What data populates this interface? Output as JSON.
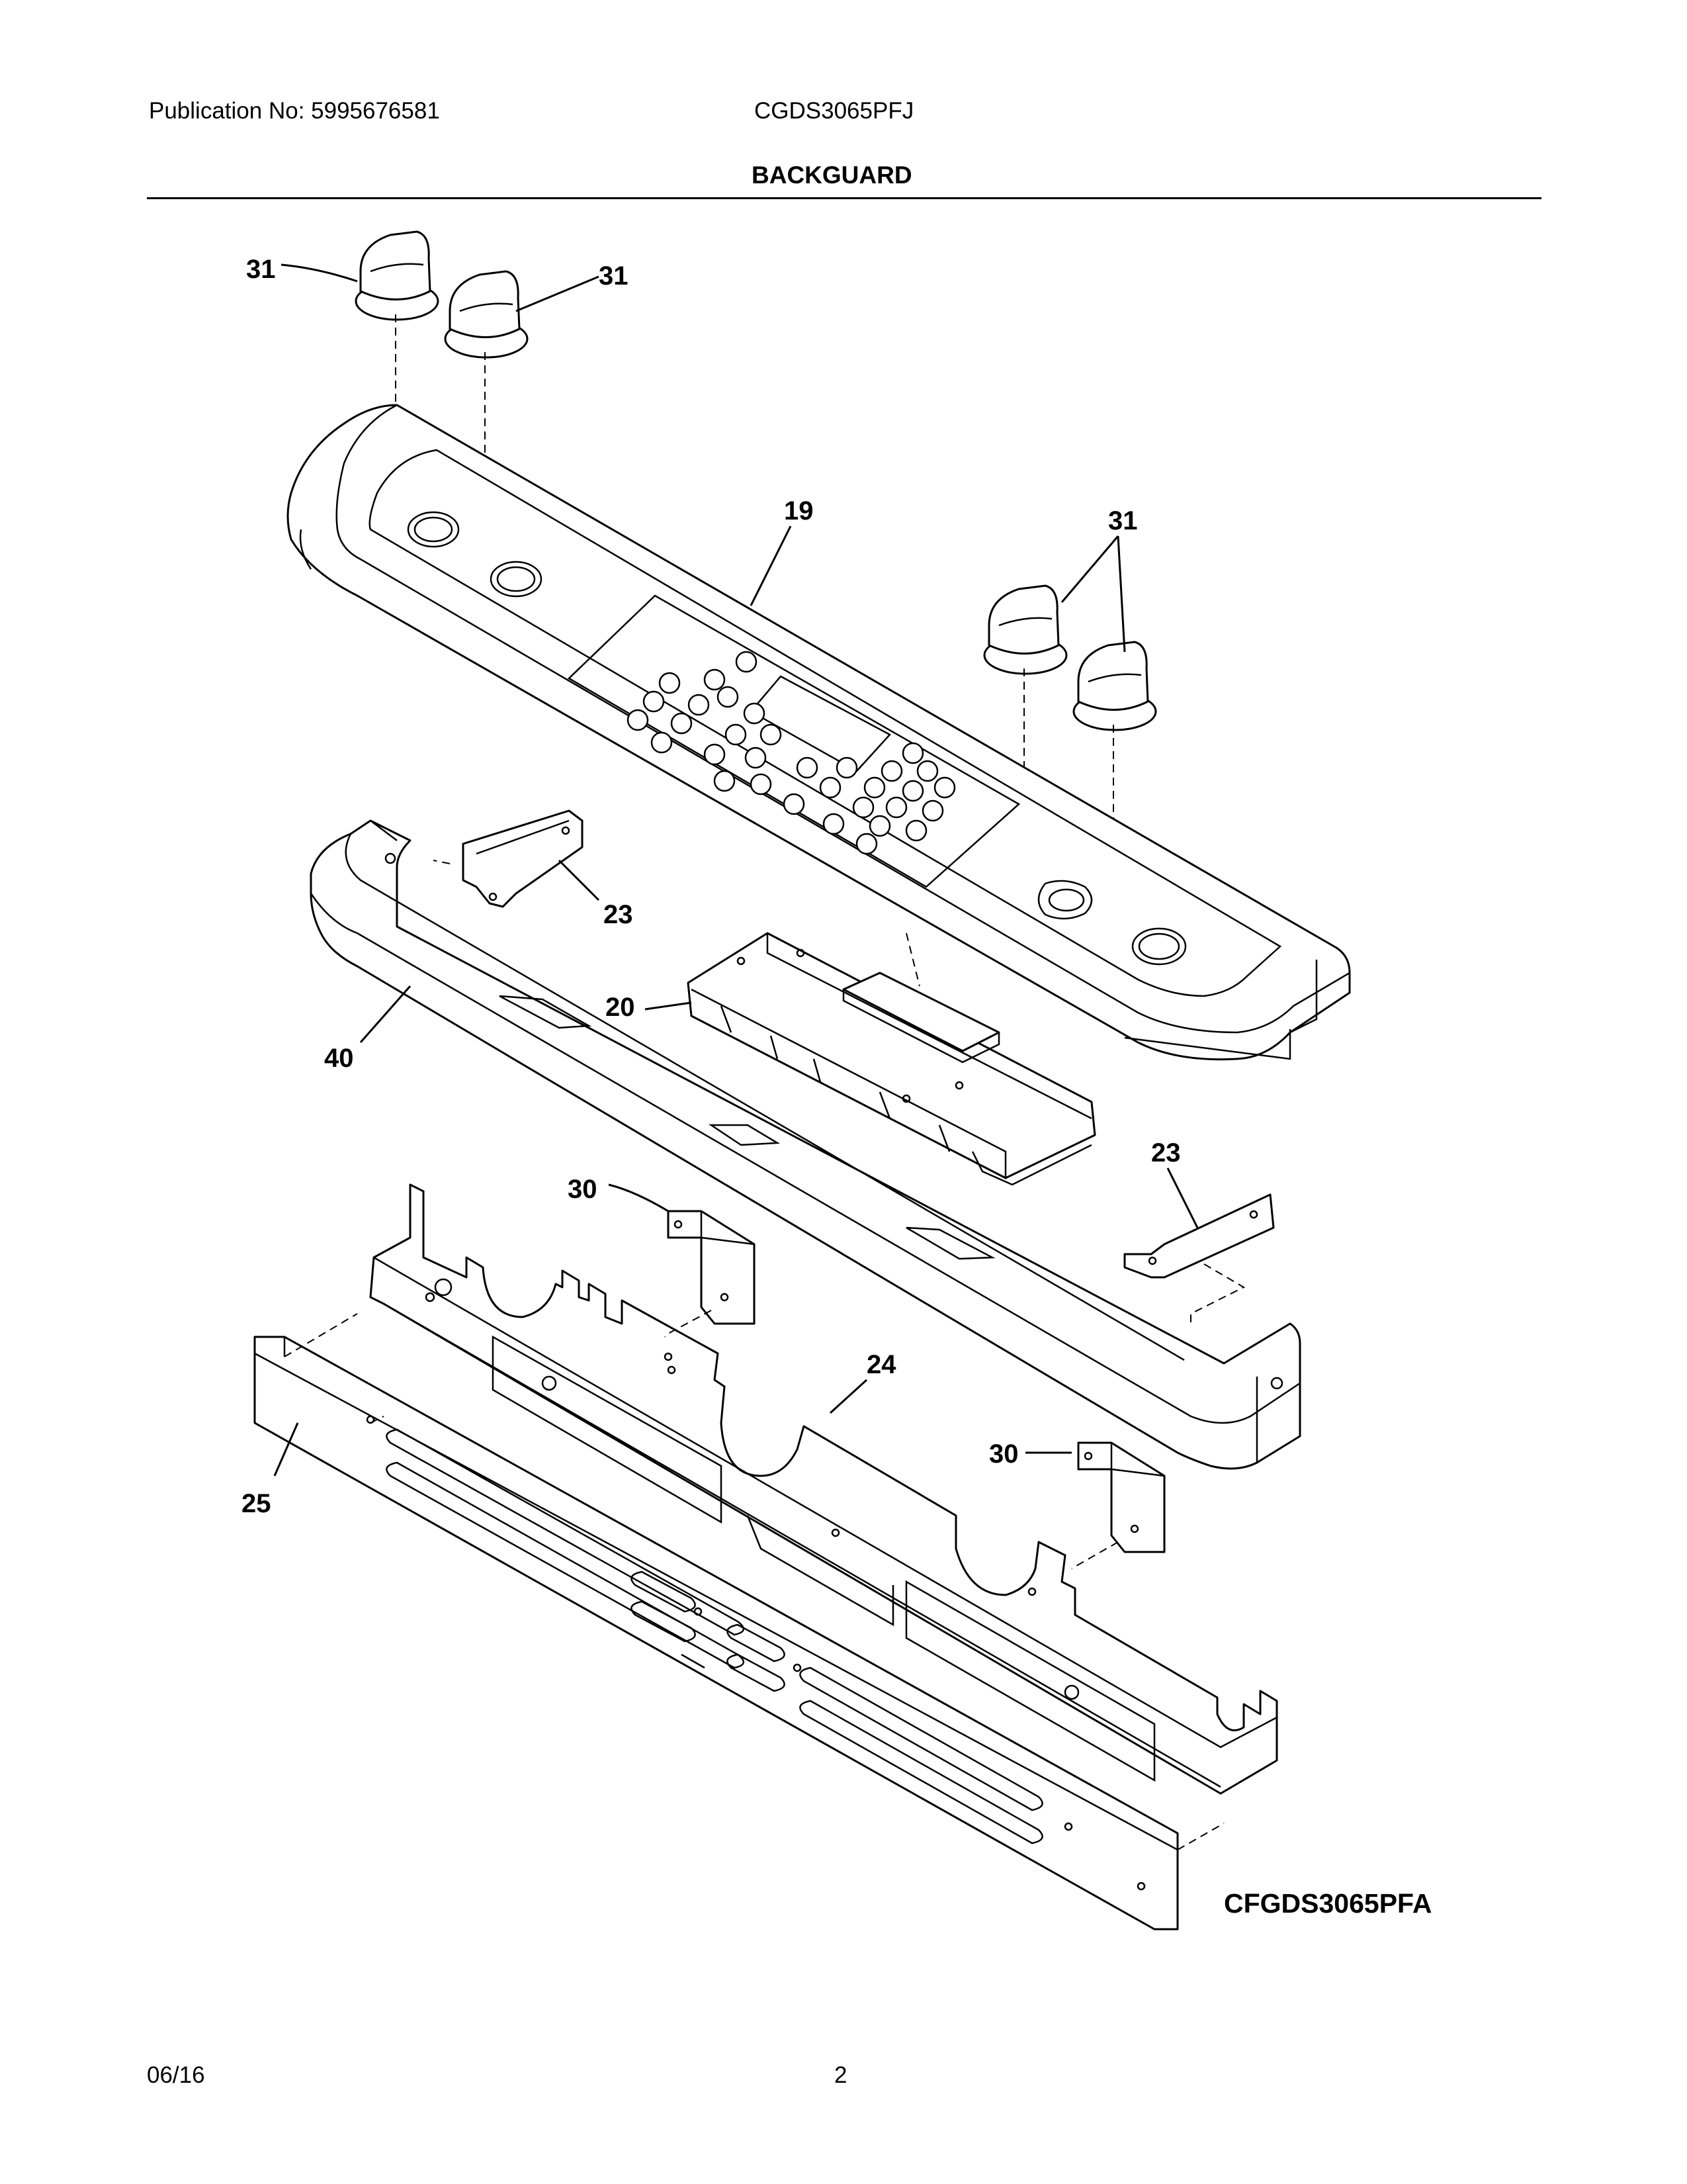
{
  "header": {
    "publication": "Publication No: 5995676581",
    "model": "CGDS3065PFJ",
    "section_title": "BACKGUARD"
  },
  "callouts": {
    "knob_a": "31",
    "knob_b": "31",
    "knob_pair": "31",
    "backguard_panel": "19",
    "bracket_upper": "23",
    "bracket_lower": "23",
    "control_board": "20",
    "trim": "40",
    "spacer_left": "30",
    "spacer_right": "30",
    "shield": "24",
    "rear_panel": "25"
  },
  "figure_id": "CFGDS3065PFA",
  "footer": {
    "date": "06/16",
    "page": "2"
  }
}
